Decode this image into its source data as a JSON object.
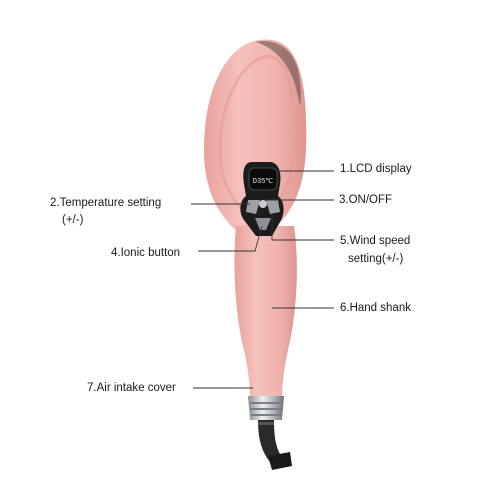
{
  "callouts": {
    "lcd_display": "1.LCD display",
    "temperature_setting_line1": "2.Temperature setting",
    "temperature_setting_line2": "(+/-)",
    "on_off": "3.ON/OFF",
    "ionic_button": "4.Ionic button",
    "wind_speed_line1": "5.Wind speed",
    "wind_speed_line2": "setting(+/-)",
    "hand_shank": "6.Hand shank",
    "air_intake_cover": "7.Air intake cover"
  },
  "lcd_readout": "D35℃",
  "colors": {
    "body_pink": "#f2b3ae",
    "body_pink_shadow": "#e39a94",
    "panel_black": "#1c1c1c",
    "chrome": "#b9bcc0",
    "label_text": "#1a1a1a"
  }
}
